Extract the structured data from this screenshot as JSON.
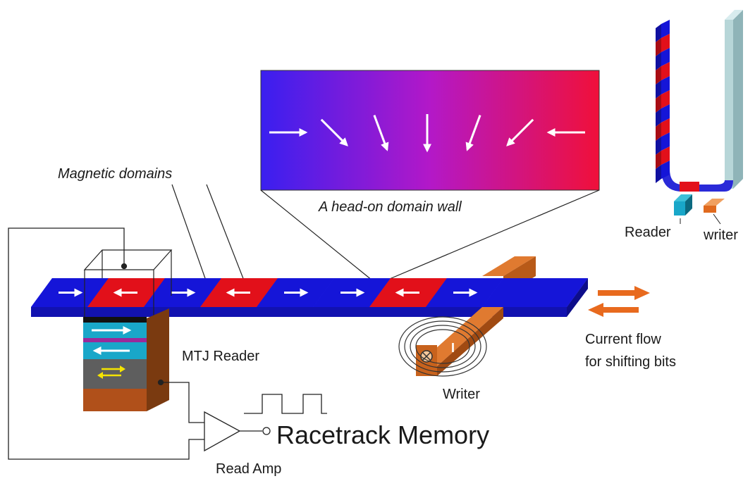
{
  "labels": {
    "magnetic_domains": "Magnetic domains",
    "head_on_wall": "A head-on domain wall",
    "mtj_reader": "MTJ Reader",
    "writer": "Writer",
    "current_flow_line1": "Current flow",
    "current_flow_line2": "for shifting bits",
    "read_amp": "Read Amp",
    "title": "Racetrack Memory",
    "inset_reader": "Reader",
    "inset_writer": "writer",
    "current_symbol": "I"
  },
  "track": {
    "domains": [
      {
        "color": "blue",
        "arrow": "right"
      },
      {
        "color": "red",
        "arrow": "left"
      },
      {
        "color": "blue",
        "arrow": "right"
      },
      {
        "color": "red",
        "arrow": "left"
      },
      {
        "color": "blue",
        "arrow": "right"
      },
      {
        "color": "blue",
        "arrow": "right"
      },
      {
        "color": "red",
        "arrow": "left"
      },
      {
        "color": "blue",
        "arrow": "right"
      },
      {
        "color": "blue",
        "arrow": "none"
      }
    ]
  },
  "wall_inset": {
    "arrows": [
      "right",
      "down-right",
      "down-right-steep",
      "down",
      "down-left-steep",
      "down-left",
      "left"
    ]
  },
  "mtj_layers": [
    "fixed-right",
    "free-left",
    "pinned-both"
  ],
  "colors": {
    "domain_blue": "#1515d8",
    "domain_red": "#e2101a",
    "gradient_start": "#3a1ff0",
    "gradient_mid": "#b318c8",
    "gradient_end": "#f0103a",
    "writer_orange": "#d2691e",
    "mtj_cyan": "#19a7c9",
    "mtj_gray": "#5e5e5e",
    "mtj_copper": "#b0501a",
    "current_arrow": "#e86a1e"
  }
}
